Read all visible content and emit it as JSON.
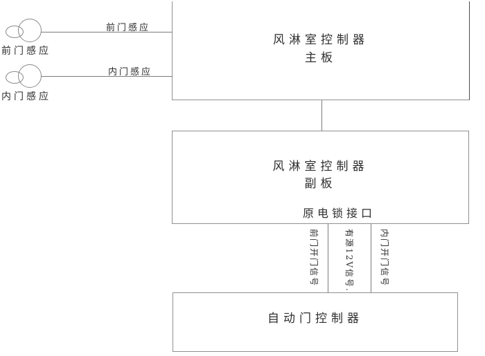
{
  "diagram": {
    "sensors": [
      {
        "symbol_label": "前门感应",
        "wire_label": "前门感应"
      },
      {
        "symbol_label": "内门感应",
        "wire_label": "内门感应"
      }
    ],
    "boxes": {
      "main_board": {
        "title_line1": "风淋室控制器",
        "title_line2": "主板"
      },
      "sub_board": {
        "title_line1": "风淋室控制器",
        "title_line2": "副板",
        "port_label": "原电锁接口"
      },
      "door_controller": {
        "title": "自动门控制器"
      }
    },
    "signals": [
      {
        "label": "前门开门信号"
      },
      {
        "label": "有源12V信号."
      },
      {
        "label": "内门开门信号"
      }
    ],
    "colors": {
      "background": "#ffffff",
      "line": "#7b7b7b",
      "border": "#8f8f8f",
      "text": "#2e2e2e"
    }
  }
}
